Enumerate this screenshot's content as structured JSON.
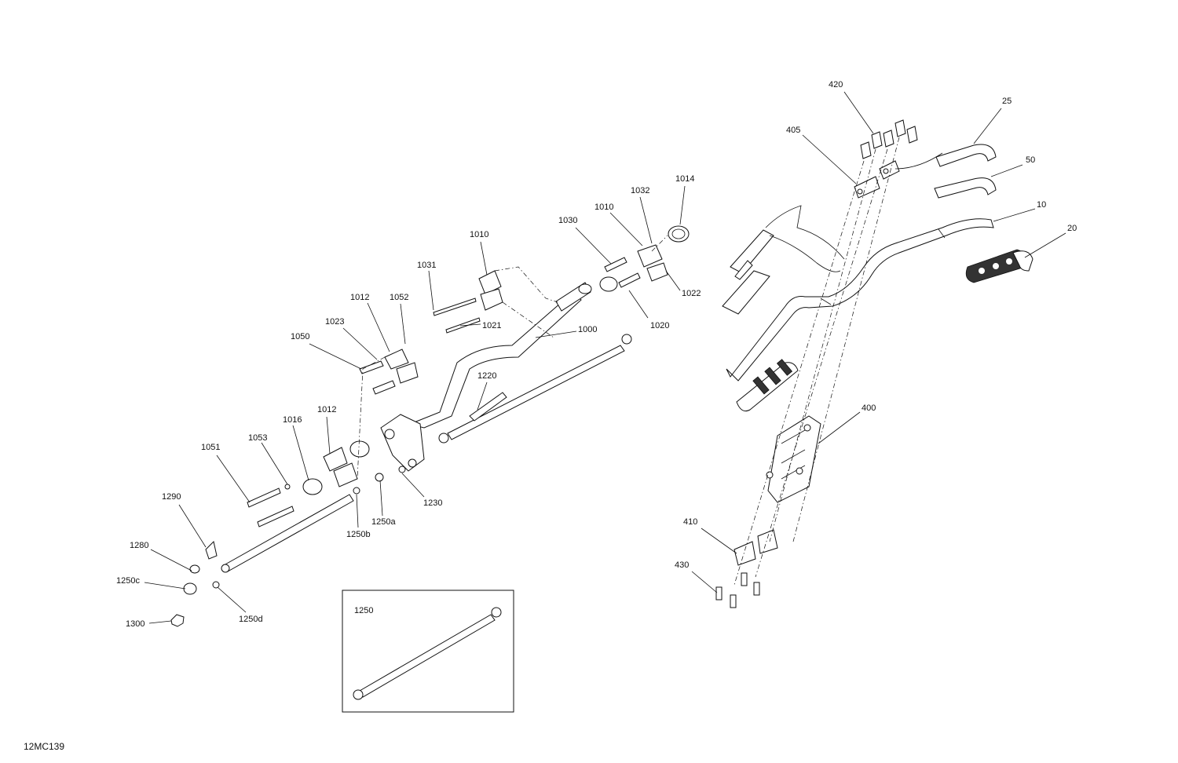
{
  "diagram_id": "12MC139",
  "inset": {
    "label": "1250"
  },
  "callouts": {
    "c420": "420",
    "c25": "25",
    "c405": "405",
    "c50": "50",
    "c10": "10",
    "c20": "20",
    "c400": "400",
    "c410": "410",
    "c430": "430",
    "c1014": "1014",
    "c1032": "1032",
    "c1010a": "1010",
    "c1030": "1030",
    "c1010b": "1010",
    "c1031": "1031",
    "c1022": "1022",
    "c1021": "1021",
    "c1020": "1020",
    "c1000": "1000",
    "c1012a": "1012",
    "c1052": "1052",
    "c1023": "1023",
    "c1050": "1050",
    "c1220": "1220",
    "c1012b": "1012",
    "c1016": "1016",
    "c1051": "1051",
    "c1053": "1053",
    "c1230": "1230",
    "c1250a": "1250a",
    "c1250b": "1250b",
    "c1290": "1290",
    "c1280": "1280",
    "c1250c": "1250c",
    "c1250d": "1250d",
    "c1300": "1300"
  }
}
